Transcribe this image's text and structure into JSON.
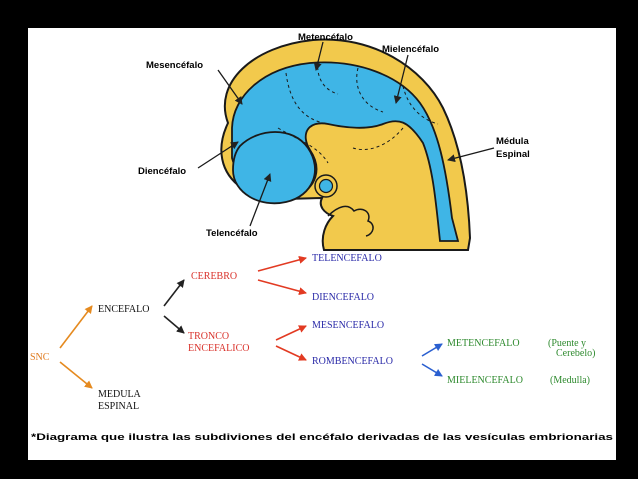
{
  "colors": {
    "brain_outer": "#f2c94c",
    "brain_ventricles": "#3fb5e6",
    "outline": "#1a1a1a",
    "orange_label": "#e07b1f",
    "red_label": "#d9322b",
    "blue_label": "#2a2aa8",
    "green_label": "#2e8a2e",
    "arrow_dark": "#222222",
    "arrow_red": "#e23a22",
    "arrow_blue": "#2a5fd0",
    "arrow_orange": "#e58a1f"
  },
  "brain_labels": {
    "metencefalo": "Metencéfalo",
    "mielencefalo": "Mielencéfalo",
    "mesencefalo": "Mesencéfalo",
    "medula_l1": "Médula",
    "medula_l2": "Espinal",
    "diencefalo": "Diencéfalo",
    "telencefalo": "Telencéfalo"
  },
  "tree": {
    "snc": "SNC",
    "encefalo": "ENCEFALO",
    "medula_l1": "MEDULA",
    "medula_l2": "ESPINAL",
    "cerebro": "CEREBRO",
    "tronco_l1": "TRONCO",
    "tronco_l2": "ENCEFALICO",
    "telencefalo": "TELENCEFALO",
    "diencefalo": "DIENCEFALO",
    "mesencefalo": "MESENCEFALO",
    "rombencefalo": "ROMBENCEFALO",
    "metencefalo": "METENCEFALO",
    "metencefalo_note_l1": "(Puente y",
    "metencefalo_note_l2": "Cerebelo)",
    "mielencefalo": "MIELENCEFALO",
    "mielencefalo_note": "(Medulla)"
  },
  "caption": "*Diagrama que ilustra las subdiviones del encéfalo derivadas de las vesículas embrionarias"
}
